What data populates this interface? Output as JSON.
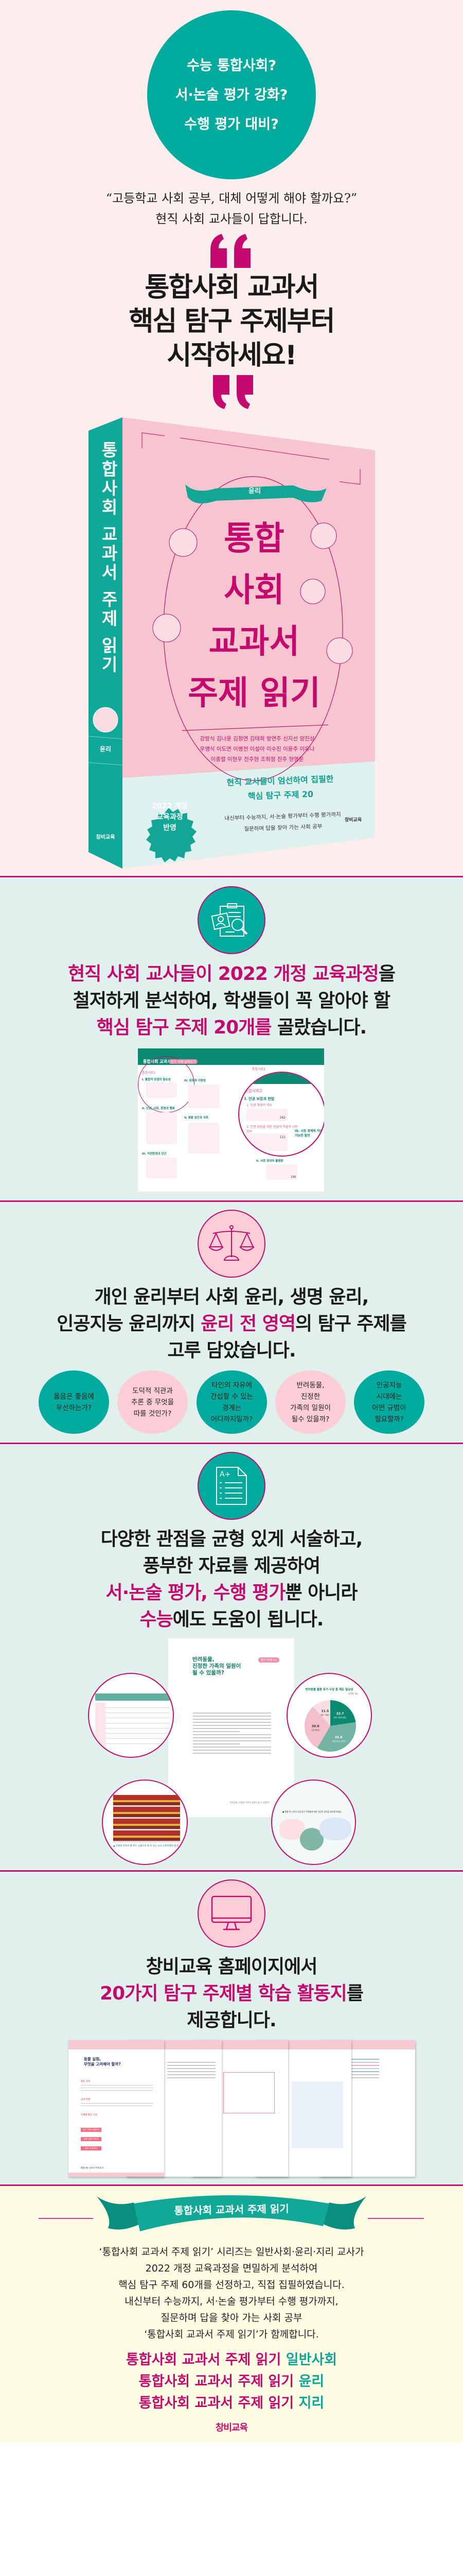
{
  "colors": {
    "teal": "#00ab9e",
    "magenta": "#c40a6e",
    "pink_bg": "#fdeeee",
    "mint_bg": "#e1f0ed",
    "cream_bg": "#fefde3",
    "cover_pink": "#f6c5cf"
  },
  "hero": {
    "bubble_lines": [
      "수능 통합사회?",
      "서·논술 평가 강화?",
      "수행 평가 대비?"
    ],
    "quote_lines": [
      "“고등학교 사회 공부, 대체 어떻게 해야 할까요?”",
      "현직 사회 교사들이 답합니다."
    ],
    "headline_lines": [
      "통합사회 교과서",
      "핵심 탐구 주제부터",
      "시작하세요!"
    ],
    "open_quote_icon": "open-quote-icon",
    "close_quote_icon": "close-quote-icon"
  },
  "book": {
    "spine_title": "통합사회 교과서 주제 읽기",
    "spine_subject": "윤리",
    "subject_ribbon": "윤리",
    "title_lines": [
      "통합",
      "사회",
      "교과서",
      "주제 읽기"
    ],
    "authors": [
      "강방식 김나윤 김정연 김태희 방연주 신지선 양진성",
      "우맹식 이도연 이병천 이설아 이수진 이윤주 이유나",
      "이종렬 이현우 전주현 조희정 진주 현영운"
    ],
    "band_headline": [
      "현직 교사들이 엄선하여 집필한",
      "핵심 탐구 주제 20"
    ],
    "band_sub": [
      "내신부터 수능까지, 서·논술 평가부터 수행 평가까지",
      "질문하며 답을 찾아 가는 사회 공부"
    ],
    "badge_lines": [
      "2022 개정",
      "교육과정",
      "반영"
    ],
    "publisher_logo": "창비교육"
  },
  "s2": {
    "icon": "clipboard-search-icon",
    "l1a": "현직 사회 교사들이 2022 개정 교육과정",
    "l1b": "을",
    "l2": "철저하게 분석하여, 학생들이 꼭 알아야 할",
    "l3a": "핵심 탐구 주제 20개를",
    "l3b": " 골랐습니다.",
    "toc": {
      "header_title": "통합사회 교과서",
      "header_badge": "탐구 주제 살펴보기",
      "left_label": "통합사회1",
      "right_label": "통합사회2",
      "left_items": [
        "I. 통합적 관점의 중요성",
        "II. 인권, 사회, 환경과 행복",
        "III. 자연환경과 인간",
        "IV. 문화와 다양성",
        "V. 생활 공간과 사회"
      ],
      "right_items": [
        "I. 인권 보장과 헌법",
        "1. 인권 확장의 역사",
        "2. 인권 보장을 위한 헌법의 역할과 시민 참여",
        "II. 사회 정의와 불평등",
        "III. 시장 경제와 지속 가능한 발전"
      ],
      "page_nums": [
        "262",
        "121",
        "136"
      ]
    }
  },
  "s3": {
    "icon": "scale-icon",
    "l1": "개인 윤리부터 사회 윤리, 생명 윤리,",
    "l2a": "인공지능 윤리까지 ",
    "l2b": "윤리 전 영역",
    "l2c": "의 탐구 주제를",
    "l3": "고루 담았습니다.",
    "questions": [
      {
        "lines": [
          "옳음은 좋음에",
          "우선하는가?"
        ],
        "color": "teal"
      },
      {
        "lines": [
          "도덕적 직관과",
          "추론 중 무엇을",
          "따를 것인가?"
        ],
        "color": "pink"
      },
      {
        "lines": [
          "타인의 자유에",
          "간섭할 수 있는",
          "경계는",
          "어디까지일까?"
        ],
        "color": "teal"
      },
      {
        "lines": [
          "반려동물,",
          "진정한",
          "가족의 일원이",
          "될수 있을까?"
        ],
        "color": "pink"
      },
      {
        "lines": [
          "인공지능",
          "시대에는",
          "어떤 규범이",
          "필요할까?"
        ],
        "color": "teal"
      }
    ]
  },
  "s4": {
    "icon": "document-grade-icon",
    "l1": "다양한 관점을 균형 있게 서술하고,",
    "l2": "풍부한 자료를 제공하여",
    "l3a": "서·논술 평가, 수행 평가",
    "l3b": "뿐 아니라",
    "l4a": "수능",
    "l4b": "에도 도움이 됩니다.",
    "sample": {
      "title_lines": [
        "반려동물,",
        "진정한 가족의 일원이",
        "될 수 있을까?"
      ],
      "badge": "탐구 주제 11",
      "footer": "반려동물, 진정한 가족의 일원이 될 수 있을까?",
      "photo_caption": "▲ 진열대 한쪽이 펫 푸드 상품으로 꽉 차 있는 뉴욕 슈퍼마켓의 풍경",
      "activity_prompt": "● 펫팸 족 나아가 다음 탐구 주제들에 대한 자신의 생각을 정리해 보세요."
    }
  },
  "chart_data": {
    "type": "pie",
    "title": "반려동물 돌봄 휴가·수당 등 제도 필요성",
    "unit": "(단위: %)",
    "categories": [
      "전혀 그렇지 않다",
      "그렇지 않은 편이다",
      "그런 편이다",
      "매우 그렇다"
    ],
    "values": [
      22.7,
      35.8,
      30.0,
      11.5
    ],
    "colors": [
      "#0b8a72",
      "#72b3a4",
      "#f2bfcb",
      "#f8dde2"
    ]
  },
  "s5": {
    "icon": "monitor-icon",
    "l1": "창비교육 홈페이지에서",
    "l2a": "20가지 탐구 주제별 학습 활동지",
    "l2b": "를",
    "l3": "제공합니다.",
    "worksheet": {
      "title_lines": [
        "동물 실험,",
        "무엇을 고려해야 할까?"
      ],
      "sections": [
        "활동 의의",
        "교과 연계",
        "단계별 활동 흐름"
      ],
      "steps": [
        "탐구 주제 이해하기",
        "관련 개념 익히기",
        "개요 작성하기"
      ],
      "footer": "통합사회 교과서 주제 읽기"
    }
  },
  "s6": {
    "ribbon": "통합사회 교과서 주제 읽기",
    "paragraph": [
      "‘통합사회 교과서 주제 읽기’ 시리즈는 일반사회·윤리·지리 교사가",
      "2022 개정 교육과정을 면밀하게 분석하여",
      "핵심 탐구 주제 60개를 선정하고, 직접 집필하였습니다.",
      "내신부터 수능까지, 서·논술 평가부터 수행 평가까지,",
      "질문하며 답을 찾아 가는 사회 공부",
      "‘통합사회 교과서 주제 읽기’가 함께합니다."
    ],
    "series": [
      {
        "base": "통합사회 교과서 주제 읽기 ",
        "subject": "일반사회"
      },
      {
        "base": "통합사회 교과서 주제 읽기 ",
        "subject": "윤리"
      },
      {
        "base": "통합사회 교과서 주제 읽기 ",
        "subject": "지리"
      }
    ],
    "logo": "창비교육"
  }
}
